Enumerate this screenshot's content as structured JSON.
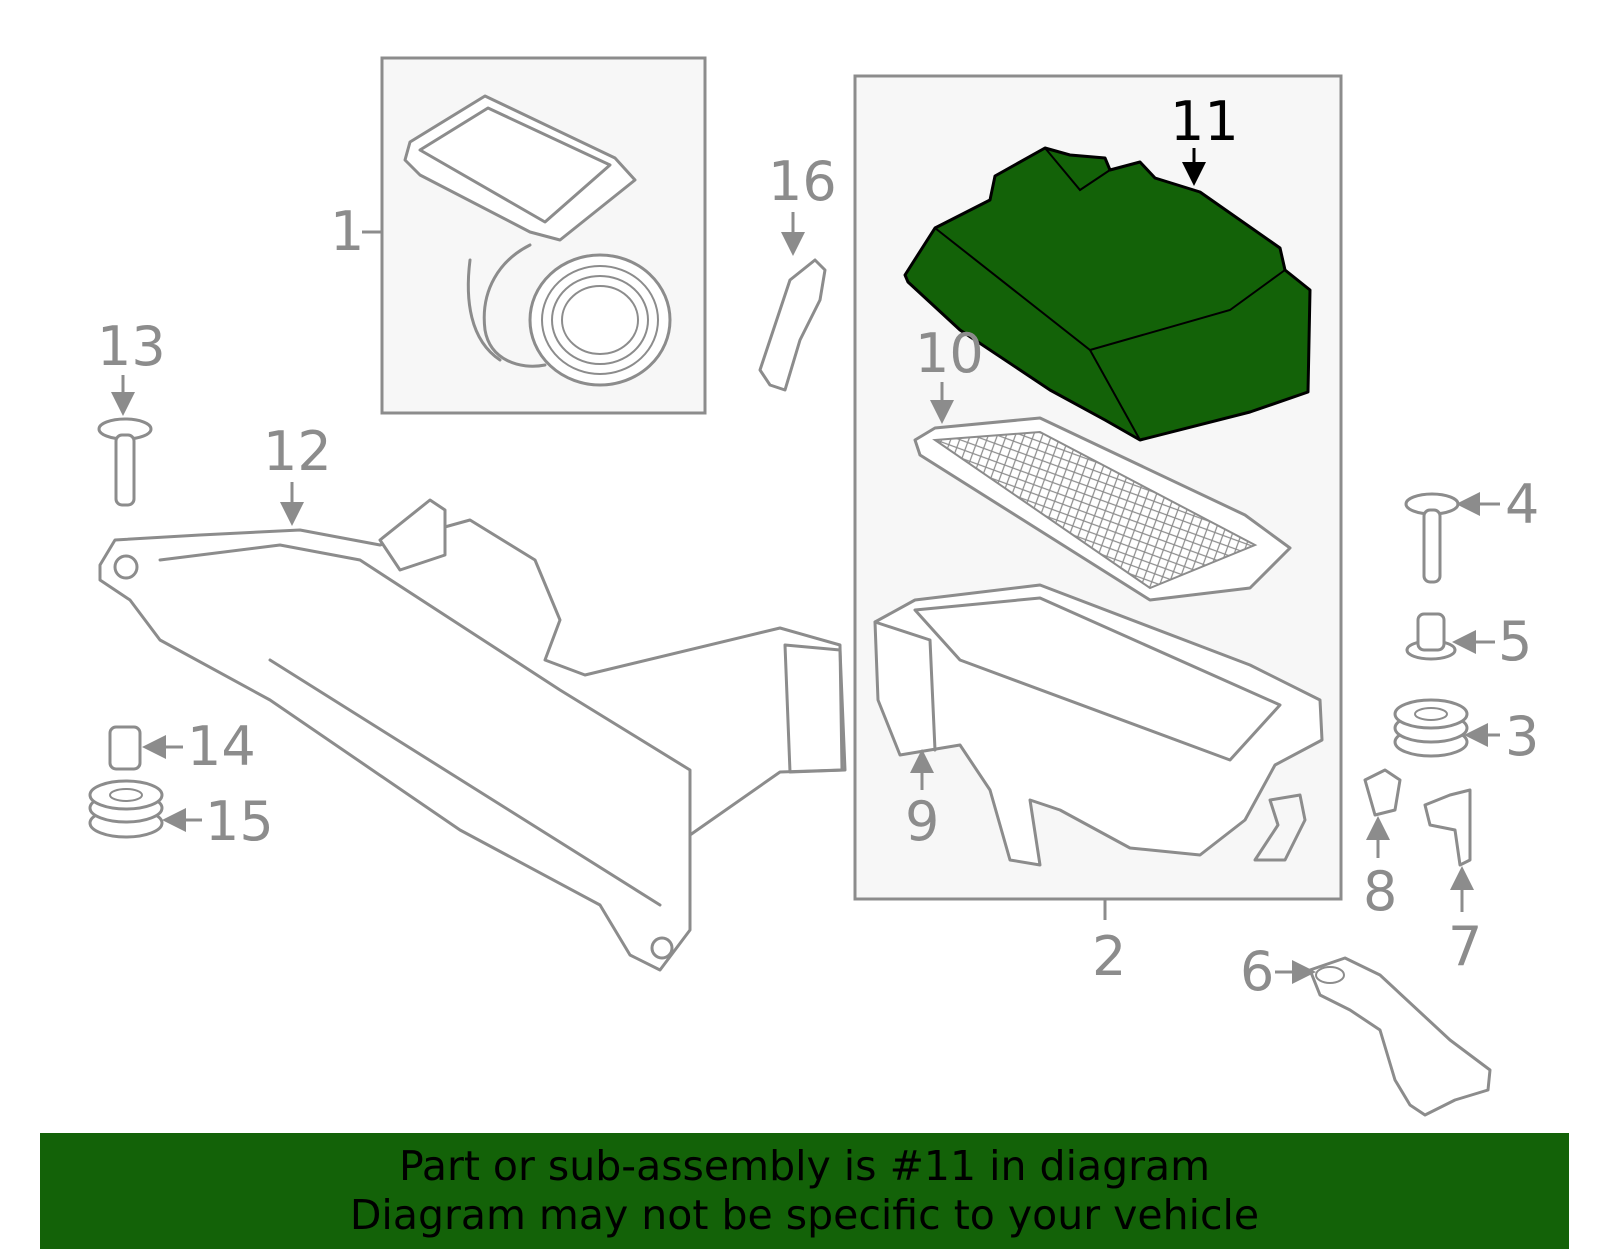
{
  "diagram": {
    "highlight_color": "#136208",
    "highlighted_part": "11",
    "callouts": [
      "1",
      "2",
      "3",
      "4",
      "5",
      "6",
      "7",
      "8",
      "9",
      "10",
      "11",
      "12",
      "13",
      "14",
      "15",
      "16"
    ]
  },
  "banner": {
    "line1": "Part or sub-assembly is #11 in diagram",
    "line2": "Diagram may not be specific to your vehicle"
  }
}
